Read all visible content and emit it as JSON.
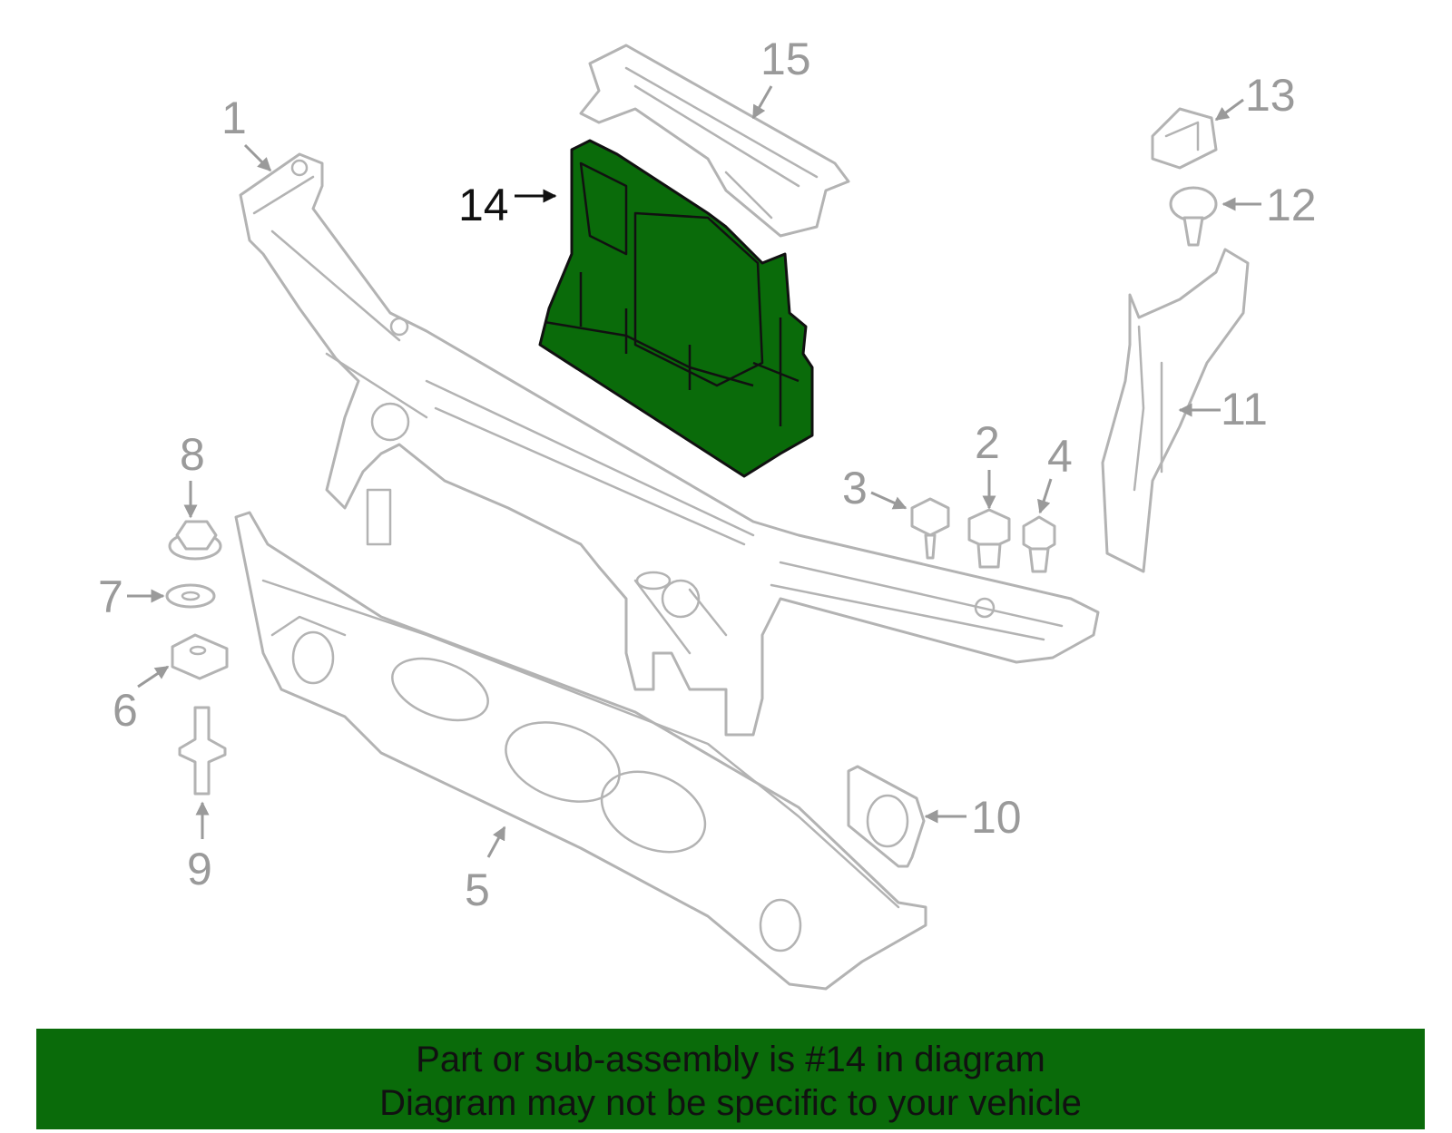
{
  "highlight_color": "#0a6b0a",
  "callouts": [
    {
      "id": "1",
      "label": "1"
    },
    {
      "id": "2",
      "label": "2"
    },
    {
      "id": "3",
      "label": "3"
    },
    {
      "id": "4",
      "label": "4"
    },
    {
      "id": "5",
      "label": "5"
    },
    {
      "id": "6",
      "label": "6"
    },
    {
      "id": "7",
      "label": "7"
    },
    {
      "id": "8",
      "label": "8"
    },
    {
      "id": "9",
      "label": "9"
    },
    {
      "id": "10",
      "label": "10"
    },
    {
      "id": "11",
      "label": "11"
    },
    {
      "id": "12",
      "label": "12"
    },
    {
      "id": "13",
      "label": "13"
    },
    {
      "id": "14",
      "label": "14",
      "highlighted": true
    },
    {
      "id": "15",
      "label": "15"
    }
  ],
  "banner": {
    "line1": "Part or sub-assembly is #14 in diagram",
    "line2": "Diagram may not be specific to your vehicle"
  }
}
